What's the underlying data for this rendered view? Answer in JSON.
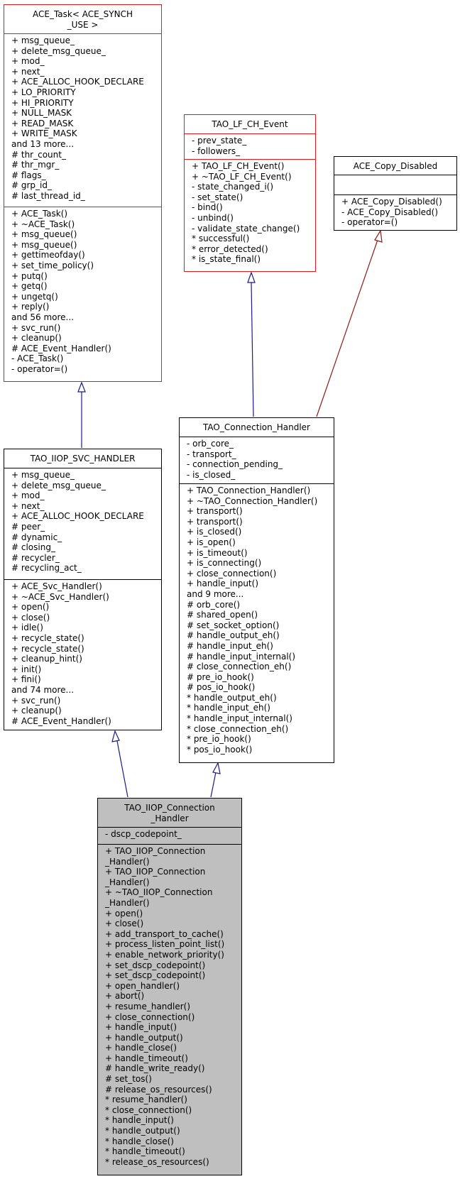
{
  "colors": {
    "inherit_edge": "#1a1a8c",
    "use_edge": "#8c1a1a",
    "red_border": "#e8191a",
    "main_fill": "#bfbfbf"
  },
  "classes": {
    "ace_task": {
      "title": [
        "ACE_Task< ACE_SYNCH",
        "_USE >"
      ],
      "attributes": [
        "+ msg_queue_",
        "+ delete_msg_queue_",
        "+ mod_",
        "+ next_",
        "+ ACE_ALLOC_HOOK_DECLARE",
        "+ LO_PRIORITY",
        "+ HI_PRIORITY",
        "+ NULL_MASK",
        "+ READ_MASK",
        "+ WRITE_MASK",
        "and 13 more...",
        "# thr_count_",
        "# thr_mgr_",
        "# flags_",
        "# grp_id_",
        "# last_thread_id_"
      ],
      "methods": [
        "+ ACE_Task()",
        "+ ~ACE_Task()",
        "+ msg_queue()",
        "+ msg_queue()",
        "+ gettimeofday()",
        "+ set_time_policy()",
        "+ putq()",
        "+ getq()",
        "+ ungetq()",
        "+ reply()",
        "and 56 more...",
        "+ svc_run()",
        "+ cleanup()",
        "# ACE_Event_Handler()",
        "- ACE_Task()",
        "- operator=()"
      ]
    },
    "tao_lf_ch_event": {
      "title": [
        "TAO_LF_CH_Event"
      ],
      "attributes": [
        "- prev_state_",
        "- followers_"
      ],
      "methods": [
        "+ TAO_LF_CH_Event()",
        "+ ~TAO_LF_CH_Event()",
        "- state_changed_i()",
        "- set_state()",
        "- bind()",
        "- unbind()",
        "- validate_state_change()",
        "* successful()",
        "* error_detected()",
        "* is_state_final()"
      ]
    },
    "ace_copy_disabled": {
      "title": [
        "ACE_Copy_Disabled"
      ],
      "attributes": [],
      "methods": [
        "+ ACE_Copy_Disabled()",
        "- ACE_Copy_Disabled()",
        "- operator=()"
      ]
    },
    "tao_iiop_svc_handler": {
      "title": [
        "TAO_IIOP_SVC_HANDLER"
      ],
      "attributes": [
        "+ msg_queue_",
        "+ delete_msg_queue_",
        "+ mod_",
        "+ next_",
        "+ ACE_ALLOC_HOOK_DECLARE",
        "# peer_",
        "# dynamic_",
        "# closing_",
        "# recycler_",
        "# recycling_act_"
      ],
      "methods": [
        "+ ACE_Svc_Handler()",
        "+ ~ACE_Svc_Handler()",
        "+ open()",
        "+ close()",
        "+ idle()",
        "+ recycle_state()",
        "+ recycle_state()",
        "+ cleanup_hint()",
        "+ init()",
        "+ fini()",
        "and 74 more...",
        "+ svc_run()",
        "+ cleanup()",
        "# ACE_Event_Handler()"
      ]
    },
    "tao_connection_handler": {
      "title": [
        "TAO_Connection_Handler"
      ],
      "attributes": [
        "- orb_core_",
        "- transport_",
        "- connection_pending_",
        "- is_closed_"
      ],
      "methods": [
        "+ TAO_Connection_Handler()",
        "+ ~TAO_Connection_Handler()",
        "+ transport()",
        "+ transport()",
        "+ is_closed()",
        "+ is_open()",
        "+ is_timeout()",
        "+ is_connecting()",
        "+ close_connection()",
        "+ handle_input()",
        "and 9 more...",
        "# orb_core()",
        "# shared_open()",
        "# set_socket_option()",
        "# handle_output_eh()",
        "# handle_input_eh()",
        "# handle_input_internal()",
        "# close_connection_eh()",
        "# pre_io_hook()",
        "# pos_io_hook()",
        "* handle_output_eh()",
        "* handle_input_eh()",
        "* handle_input_internal()",
        "* close_connection_eh()",
        "* pre_io_hook()",
        "* pos_io_hook()"
      ]
    },
    "tao_iiop_connection_handler": {
      "title": [
        "TAO_IIOP_Connection",
        "_Handler"
      ],
      "attributes": [
        "- dscp_codepoint_"
      ],
      "methods": [
        "+ TAO_IIOP_Connection",
        "_Handler()",
        "+ TAO_IIOP_Connection",
        "_Handler()",
        "+ ~TAO_IIOP_Connection",
        "_Handler()",
        "+ open()",
        "+ close()",
        "+ add_transport_to_cache()",
        "+ process_listen_point_list()",
        "+ enable_network_priority()",
        "+ set_dscp_codepoint()",
        "+ set_dscp_codepoint()",
        "+ open_handler()",
        "+ abort()",
        "+ resume_handler()",
        "+ close_connection()",
        "+ handle_input()",
        "+ handle_output()",
        "+ handle_close()",
        "+ handle_timeout()",
        "# handle_write_ready()",
        "# set_tos()",
        "# release_os_resources()",
        "* resume_handler()",
        "* close_connection()",
        "* handle_input()",
        "* handle_output()",
        "* handle_close()",
        "* handle_timeout()",
        "* release_os_resources()"
      ]
    }
  }
}
